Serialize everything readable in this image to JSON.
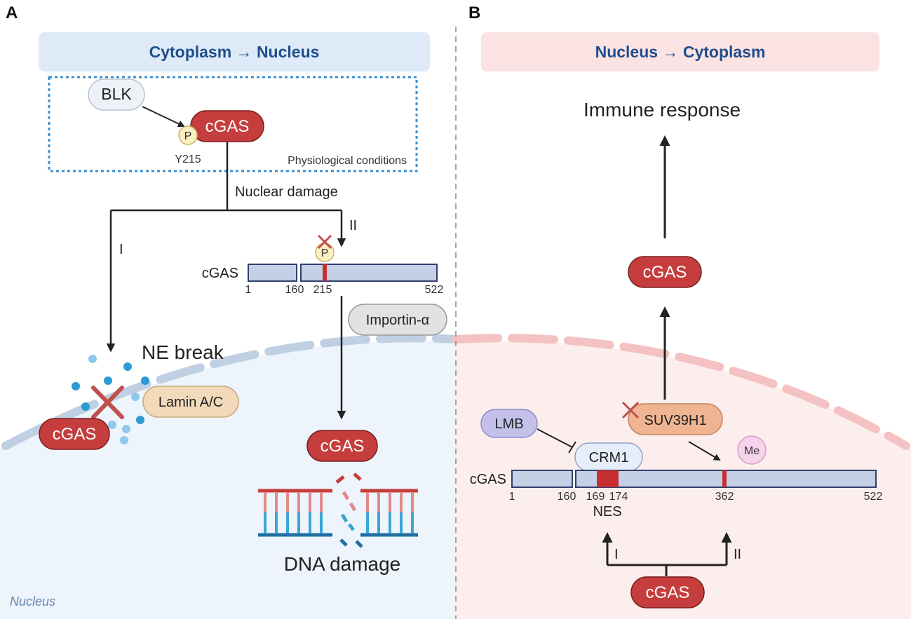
{
  "panels": {
    "a": {
      "letter": "A",
      "header": "Cytoplasm → Nucleus",
      "blk": "BLK",
      "cgas_top": "cGAS",
      "phospho": "P",
      "y215": "Y215",
      "physiological": "Physiological conditions",
      "nuclear_damage": "Nuclear damage",
      "route_i": "I",
      "route_ii": "II",
      "phospho_blocked": "P",
      "domain_label": "cGAS",
      "ticks": [
        "1",
        "160",
        "215",
        "522"
      ],
      "importin": "Importin-α",
      "ne_break": "NE break",
      "lamin": "Lamin A/C",
      "cgas_left": "cGAS",
      "cgas_center": "cGAS",
      "dna_damage": "DNA damage",
      "nucleus": "Nucleus"
    },
    "b": {
      "letter": "B",
      "header": "Nucleus → Cytoplasm",
      "immune": "Immune response",
      "cgas_mid": "cGAS",
      "suv": "SUV39H1",
      "lmb": "LMB",
      "crm1": "CRM1",
      "me": "Me",
      "domain_label": "cGAS",
      "ticks": [
        "1",
        "160",
        "169",
        "174",
        "362",
        "522"
      ],
      "nes": "NES",
      "route_i": "I",
      "route_ii": "II",
      "cgas_bottom": "cGAS"
    }
  },
  "colors": {
    "cgas_red": "#c63d3d",
    "header_blue_bg": "#deeaf7",
    "header_pink_bg": "#fbe3e3",
    "header_text": "#1f4e8c",
    "domain_fill": "#c5d0e6",
    "domain_stroke": "#2f3f6e",
    "site_red": "#c62f2f"
  }
}
